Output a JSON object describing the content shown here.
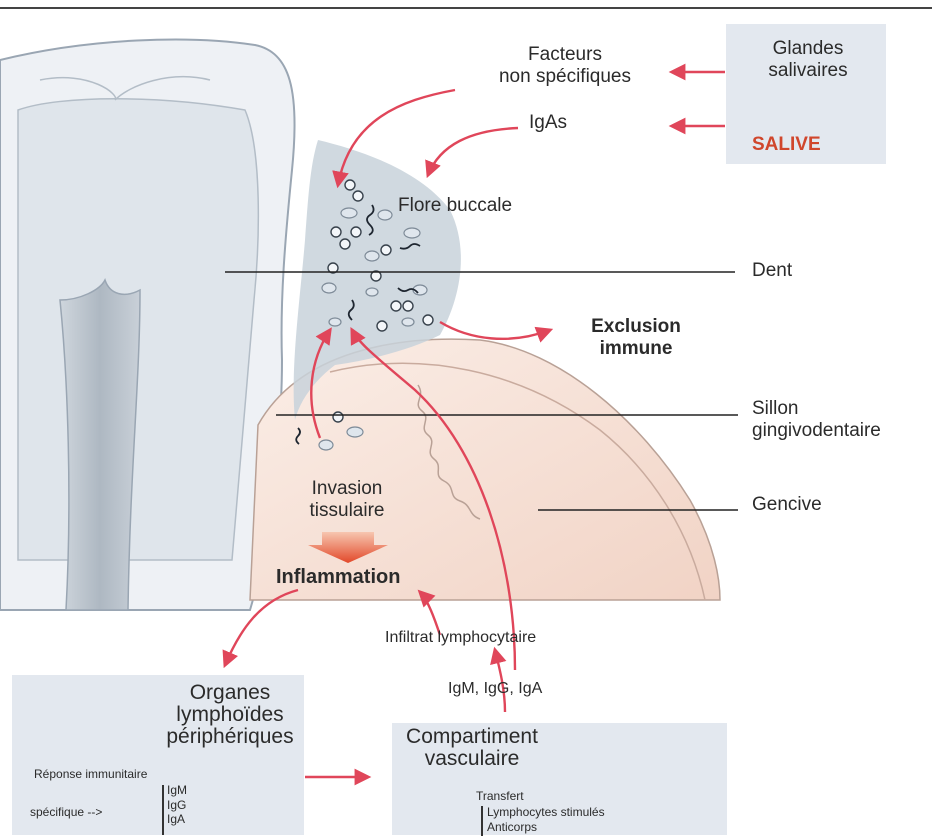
{
  "labels": {
    "facteurs": "Facteurs\nnon spécifiques",
    "igas": "IgAs",
    "glandes": "Glandes\nsalivaires",
    "salive": "SALIVE",
    "flore": "Flore buccale",
    "dent": "Dent",
    "exclusion": "Exclusion\nimmune",
    "sillon": "Sillon\ngingivodentaire",
    "gencive": "Gencive",
    "invasion": "Invasion\ntissulaire",
    "inflammation": "Inflammation",
    "infiltrat": "Infiltrat lymphocytaire",
    "ig_list": "IgM, IgG, IgA",
    "organes": "Organes\nlymphoïdes\npériphériques",
    "reponse": "Réponse immunitaire",
    "specifique": "spécifique -->",
    "igm": "IgM",
    "igg": "IgG",
    "iga": "IgA",
    "compartiment": "Compartiment\nvasculaire",
    "transfert": "Transfert",
    "lymphocytes": "Lymphocytes stimulés",
    "anticorps": "Anticorps"
  },
  "colors": {
    "arrow": "#e0465a",
    "tooth_outline": "#9aa6b3",
    "tooth_fill": "#e6eaef",
    "pulp": "#b9c3cd",
    "gum": "#f7e2d8",
    "plaque": "#bcc8d2",
    "box": "#e3e8ef",
    "salive": "#d0462c"
  }
}
